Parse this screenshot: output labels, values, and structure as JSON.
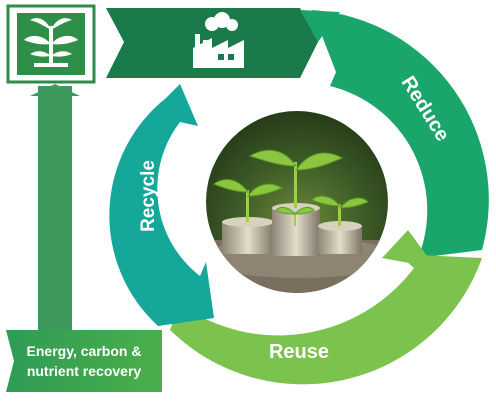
{
  "diagram": {
    "stages": {
      "reduce": {
        "label": "Reduce",
        "color": "#1aa56a"
      },
      "reuse": {
        "label": "Reuse",
        "color": "#7cc24e"
      },
      "recycle": {
        "label": "Recycle",
        "color": "#15a79a"
      }
    },
    "energy_box": {
      "line1": "Energy, carbon &",
      "line2": "nutrient recovery",
      "color": "#2e9a55"
    },
    "icons": {
      "top_left": "plant-sprout-icon",
      "top_arrow": "factory-icon",
      "center": "coins-with-seedlings-photo"
    },
    "colors": {
      "dark_green": "#1b7a4a",
      "stem_green": "#3e9a5c"
    }
  }
}
